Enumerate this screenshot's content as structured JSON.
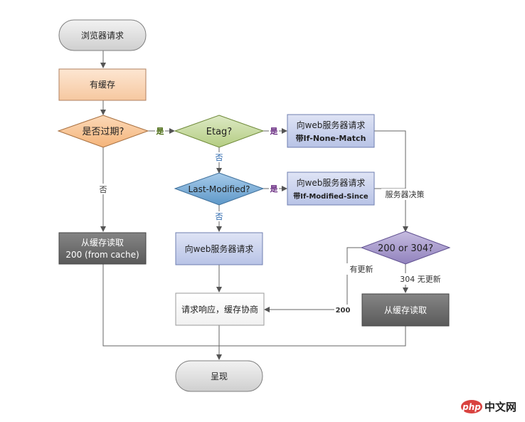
{
  "nodes": {
    "browser_request": "浏览器请求",
    "has_cache": "有缓存",
    "expired": "是否过期?",
    "etag": "Etag?",
    "req_if_none_match_1": "向web服务器请求",
    "req_if_none_match_2": "带If-None-Match",
    "last_modified": "Last-Modified?",
    "req_if_modified_1": "向web服务器请求",
    "req_if_modified_2": "带If-Modified-Since",
    "read_cache_1": "从缓存读取",
    "read_cache_2": "200 (from cache)",
    "req_server": "向web服务器请求",
    "check_200_304": "200 or 304?",
    "response": "请求响应，缓存协商",
    "read_cache_304": "从缓存读取",
    "present": "呈现"
  },
  "edges": {
    "expired_yes": "是",
    "etag_yes": "是",
    "etag_no": "否",
    "lastmod_yes": "是",
    "lastmod_no": "否",
    "expired_no": "否",
    "server_decision": "服务器决策",
    "has_update": "有更新",
    "no_update": "304 无更新",
    "code_200": "200"
  },
  "watermark": {
    "logo": "php",
    "text": "中文网"
  },
  "colors": {
    "terminal": "#d9d9d9",
    "cache_box": "#f9d7b8",
    "expired_diamond": "#f9c89b",
    "etag_diamond": "#c7dba0",
    "request_box": "#c7d0ec",
    "lastmod_diamond": "#7eb0d8",
    "read_cache_dark": "#6e6e6e",
    "decision_purple": "#a99bc9",
    "yes_green": "#4a6b12",
    "yes_purple": "#6a2d82",
    "no_blue": "#1f5ea8"
  }
}
